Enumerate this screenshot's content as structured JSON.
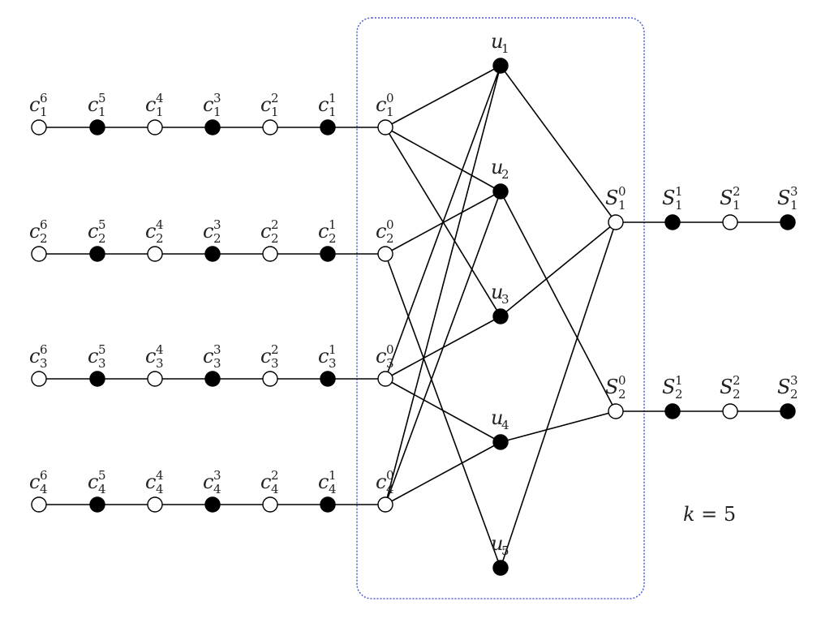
{
  "diagram": {
    "region_box": {
      "stroke_color": "#4a5fd8"
    },
    "colors": {
      "filled_node": "#000000",
      "empty_node": "#ffffff",
      "edge": "#000000"
    },
    "c_chains": [
      {
        "row": "1",
        "nodes": [
          {
            "base": "c",
            "sub": "1",
            "sup": "6",
            "filled": false
          },
          {
            "base": "c",
            "sub": "1",
            "sup": "5",
            "filled": true
          },
          {
            "base": "c",
            "sub": "1",
            "sup": "4",
            "filled": false
          },
          {
            "base": "c",
            "sub": "1",
            "sup": "3",
            "filled": true
          },
          {
            "base": "c",
            "sub": "1",
            "sup": "2",
            "filled": false
          },
          {
            "base": "c",
            "sub": "1",
            "sup": "1",
            "filled": true
          },
          {
            "base": "c",
            "sub": "1",
            "sup": "0",
            "filled": false
          }
        ]
      },
      {
        "row": "2",
        "nodes": [
          {
            "base": "c",
            "sub": "2",
            "sup": "6",
            "filled": false
          },
          {
            "base": "c",
            "sub": "2",
            "sup": "5",
            "filled": true
          },
          {
            "base": "c",
            "sub": "2",
            "sup": "4",
            "filled": false
          },
          {
            "base": "c",
            "sub": "2",
            "sup": "3",
            "filled": true
          },
          {
            "base": "c",
            "sub": "2",
            "sup": "2",
            "filled": false
          },
          {
            "base": "c",
            "sub": "2",
            "sup": "1",
            "filled": true
          },
          {
            "base": "c",
            "sub": "2",
            "sup": "0",
            "filled": false
          }
        ]
      },
      {
        "row": "3",
        "nodes": [
          {
            "base": "c",
            "sub": "3",
            "sup": "6",
            "filled": false
          },
          {
            "base": "c",
            "sub": "3",
            "sup": "5",
            "filled": true
          },
          {
            "base": "c",
            "sub": "3",
            "sup": "4",
            "filled": false
          },
          {
            "base": "c",
            "sub": "3",
            "sup": "3",
            "filled": true
          },
          {
            "base": "c",
            "sub": "3",
            "sup": "2",
            "filled": false
          },
          {
            "base": "c",
            "sub": "3",
            "sup": "1",
            "filled": true
          },
          {
            "base": "c",
            "sub": "3",
            "sup": "0",
            "filled": false
          }
        ]
      },
      {
        "row": "4",
        "nodes": [
          {
            "base": "c",
            "sub": "4",
            "sup": "6",
            "filled": false
          },
          {
            "base": "c",
            "sub": "4",
            "sup": "5",
            "filled": true
          },
          {
            "base": "c",
            "sub": "4",
            "sup": "4",
            "filled": false
          },
          {
            "base": "c",
            "sub": "4",
            "sup": "3",
            "filled": true
          },
          {
            "base": "c",
            "sub": "4",
            "sup": "2",
            "filled": false
          },
          {
            "base": "c",
            "sub": "4",
            "sup": "1",
            "filled": true
          },
          {
            "base": "c",
            "sub": "4",
            "sup": "0",
            "filled": false
          }
        ]
      }
    ],
    "u_nodes": [
      {
        "base": "u",
        "sub": "1",
        "filled": true
      },
      {
        "base": "u",
        "sub": "2",
        "filled": true
      },
      {
        "base": "u",
        "sub": "3",
        "filled": true
      },
      {
        "base": "u",
        "sub": "4",
        "filled": true
      },
      {
        "base": "u",
        "sub": "5",
        "filled": true
      }
    ],
    "s_chains": [
      {
        "row": "1",
        "nodes": [
          {
            "base": "S",
            "sub": "1",
            "sup": "0",
            "filled": false
          },
          {
            "base": "S",
            "sub": "1",
            "sup": "1",
            "filled": true
          },
          {
            "base": "S",
            "sub": "1",
            "sup": "2",
            "filled": false
          },
          {
            "base": "S",
            "sub": "1",
            "sup": "3",
            "filled": true
          }
        ]
      },
      {
        "row": "2",
        "nodes": [
          {
            "base": "S",
            "sub": "2",
            "sup": "0",
            "filled": false
          },
          {
            "base": "S",
            "sub": "2",
            "sup": "1",
            "filled": true
          },
          {
            "base": "S",
            "sub": "2",
            "sup": "2",
            "filled": false
          },
          {
            "base": "S",
            "sub": "2",
            "sup": "3",
            "filled": true
          }
        ]
      }
    ],
    "edges_c_to_u": [
      {
        "c": "1",
        "u": "1"
      },
      {
        "c": "1",
        "u": "2"
      },
      {
        "c": "1",
        "u": "3"
      },
      {
        "c": "2",
        "u": "2"
      },
      {
        "c": "2",
        "u": "5"
      },
      {
        "c": "3",
        "u": "3"
      },
      {
        "c": "3",
        "u": "4"
      },
      {
        "c": "3",
        "u": "1"
      },
      {
        "c": "4",
        "u": "4"
      },
      {
        "c": "4",
        "u": "1"
      },
      {
        "c": "4",
        "u": "2"
      }
    ],
    "edges_u_to_s": [
      {
        "u": "1",
        "s": "1"
      },
      {
        "u": "2",
        "s": "2"
      },
      {
        "u": "3",
        "s": "1"
      },
      {
        "u": "4",
        "s": "2"
      },
      {
        "u": "5",
        "s": "1"
      }
    ],
    "k_label": {
      "var": "k",
      "eq": " = 5"
    }
  }
}
